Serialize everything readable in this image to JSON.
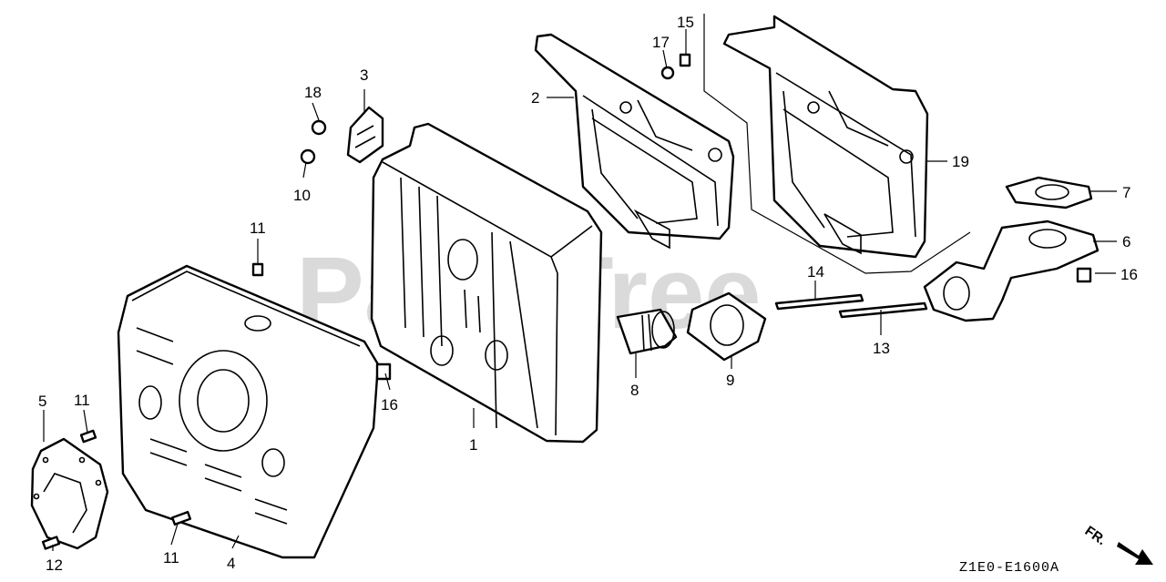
{
  "watermark": "PartsTree",
  "diagram_code": "Z1E0-E1600A",
  "direction_label": "FR.",
  "callouts": [
    "1",
    "2",
    "3",
    "4",
    "5",
    "6",
    "7",
    "8",
    "9",
    "10",
    "11",
    "11",
    "11",
    "12",
    "13",
    "14",
    "15",
    "16",
    "16",
    "17",
    "18",
    "19"
  ]
}
